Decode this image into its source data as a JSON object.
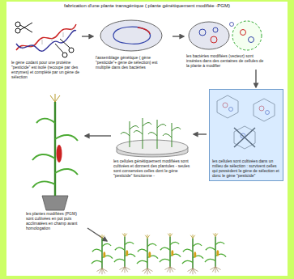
{
  "diagram": {
    "title": "fabrication d'une plante transgénique ( plante génétiquement modifiée -PGM)",
    "nodes": [
      {
        "text": [
          "le gène codant pour une protéine \"pesticide\" est isolé (recoupé par des enzymes) et complété par un gène de sélection"
        ]
      },
      {
        "text": [
          "l'assemblage génétique ( gène \"pesticide\"+ gène de sélection) est multiplié dans des bactéries"
        ]
      },
      {
        "text": [
          "les bactéries modifiées (vecteur) sont insérées dans des centaines de cellules de la plante à modifier"
        ]
      },
      {
        "text": [
          "les cellules sont cultivées dans un milieu de sélection : survivent celles qui possèdent le gène de sélection et donc le gène \"pesticide\""
        ]
      },
      {
        "text": [
          "les cellules génétiquement modifiées sont cultivées et donnent des plantules - seules sont conservées celles dont le gène \"pesticide\" fonctionne -"
        ]
      },
      {
        "text": [
          "les plantes modifiées (PGM) sont cultivées en pot puis acclimatées en champ avant homologation"
        ]
      }
    ],
    "edges": [
      {
        "from": 0,
        "to": 1,
        "arrow": "to"
      },
      {
        "from": 1,
        "to": 2,
        "arrow": "to"
      },
      {
        "from": 2,
        "to": 3,
        "arrow": "to"
      },
      {
        "from": 3,
        "to": 4,
        "arrow": "to"
      },
      {
        "from": 4,
        "to": 5,
        "arrow": "to"
      }
    ]
  }
}
